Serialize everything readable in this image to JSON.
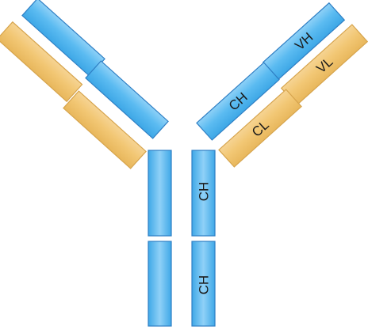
{
  "diagram": {
    "colors": {
      "heavy_chain": "#56b8ef",
      "heavy_chain_highlight": "#a9dcfa",
      "heavy_chain_stroke": "#2f7fc4",
      "light_chain": "#f1c676",
      "light_chain_highlight": "#fce8bf",
      "light_chain_stroke": "#d6a44d",
      "background": "#ffffff"
    },
    "labels": {
      "vh": "VH",
      "vl": "VL",
      "ch_arm": "CH",
      "cl": "CL",
      "ch_stem_upper": "CH",
      "ch_stem_lower": "CH"
    }
  }
}
